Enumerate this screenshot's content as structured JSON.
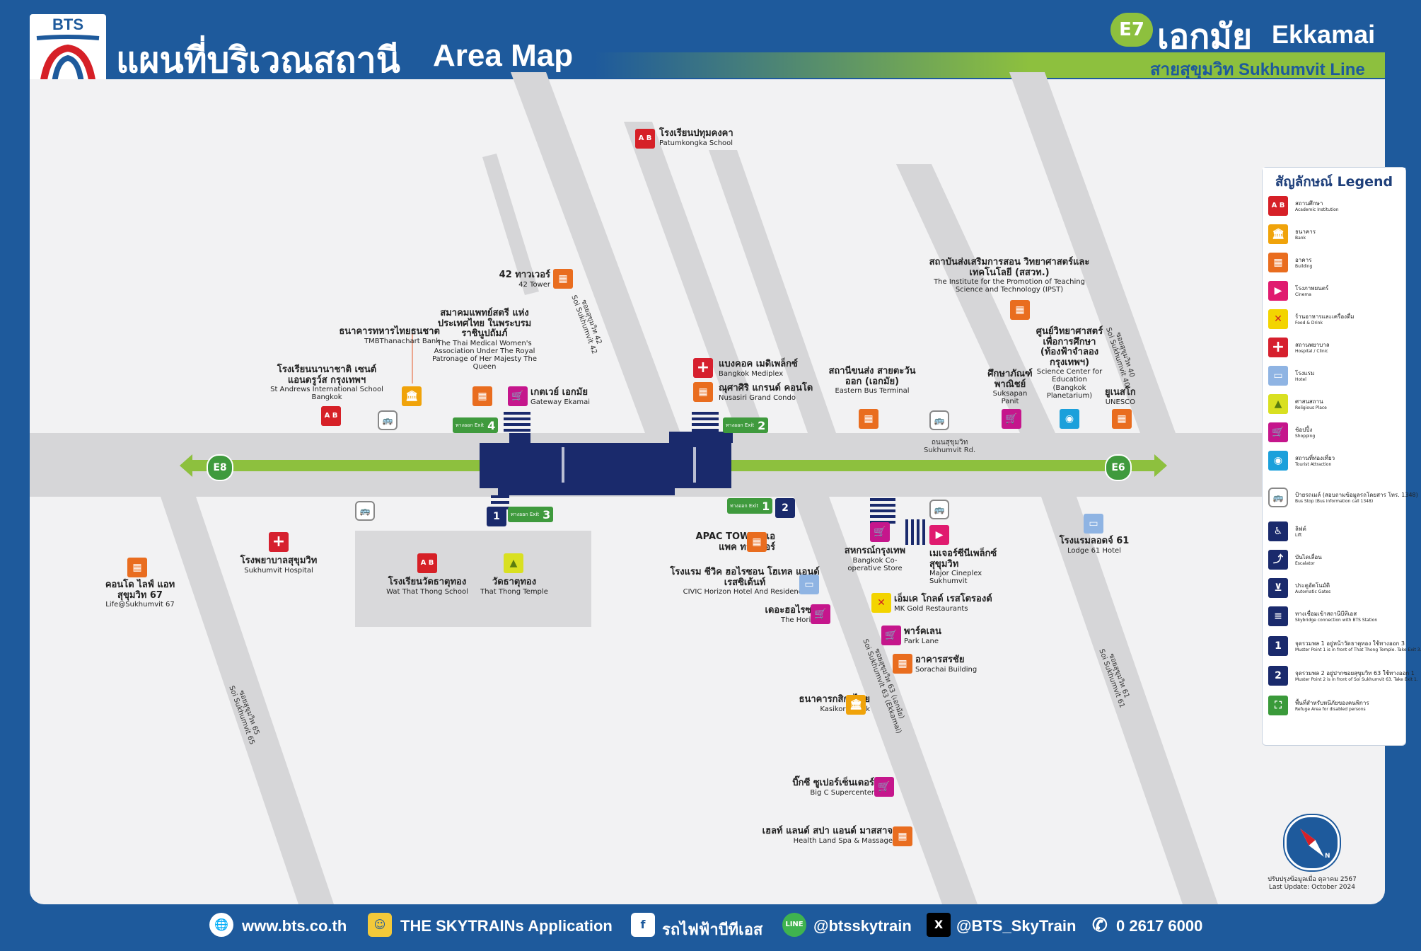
{
  "header": {
    "logo_text": "BTS",
    "title_th": "แผนที่บริเวณสถานี",
    "title_en": "Area Map",
    "station_code": "E7",
    "station_th": "เอกมัย",
    "station_en": "Ekkamai",
    "line_name": "สายสุขุมวิท Sukhumvit Line"
  },
  "colors": {
    "brand_blue": "#1e5a9c",
    "line_green": "#8dc03e",
    "station_navy": "#1a2a6c",
    "exit_green": "#3f9a3d"
  },
  "map": {
    "prev_station": "E8",
    "next_station": "E6",
    "road_main": {
      "th": "ถนนสุขุมวิท",
      "en": "Sukhumvit Rd."
    },
    "sois": [
      {
        "id": "soi42",
        "th": "ซอยสุขุมวิท 42",
        "en": "Soi Sukhumvit 42"
      },
      {
        "id": "soi40",
        "th": "ซอยสุขุมวิท 40",
        "en": "Soi Sukhumvit 40"
      },
      {
        "id": "soi65",
        "th": "ซอยสุขุมวิท 65",
        "en": "Soi Sukhumvit 65"
      },
      {
        "id": "soi63",
        "th": "ซอยสุขุมวิท 63 (เอกมัย)",
        "en": "Soi Sukhumvit 63 (Ekkamai)"
      },
      {
        "id": "soi61",
        "th": "ซอยสุขุมวิท 61",
        "en": "Soi Sukhumvit 61"
      }
    ],
    "exits": [
      {
        "id": "exit1",
        "label": "ทางออก Exit",
        "num": "1"
      },
      {
        "id": "exit2",
        "label": "ทางออก Exit",
        "num": "2"
      },
      {
        "id": "exit3",
        "label": "ทางออก Exit",
        "num": "3"
      },
      {
        "id": "exit4",
        "label": "ทางออก Exit",
        "num": "4"
      }
    ],
    "pois": [
      {
        "id": "patumkongka",
        "icon": "academic",
        "th": "โรงเรียนปทุมคงคา",
        "en": "Patumkongka School"
      },
      {
        "id": "tower42",
        "icon": "building",
        "th": "42 ทาวเวอร์",
        "en": "42 Tower"
      },
      {
        "id": "tmb",
        "icon": "bank",
        "th": "ธนาคารทหารไทยธนชาต",
        "en": "TMBThanachart Bank"
      },
      {
        "id": "standrews",
        "icon": "academic",
        "th": "โรงเรียนนานาชาติ เซนต์ แอนดรูว์ส กรุงเทพฯ",
        "en": "St Andrews International School Bangkok"
      },
      {
        "id": "thaimedical",
        "icon": "building",
        "th": "สมาคมแพทย์สตรี แห่งประเทศไทย ในพระบรมราชินูปถัมภ์",
        "en": "The Thai Medical Women's Association Under The Royal Patronage of Her Majesty The Queen"
      },
      {
        "id": "gateway",
        "icon": "shopping",
        "th": "เกตเวย์ เอกมัย",
        "en": "Gateway Ekamai"
      },
      {
        "id": "mediplex",
        "icon": "hospital",
        "th": "แบงคอค เมดิเพล็กซ์",
        "en": "Bangkok Mediplex"
      },
      {
        "id": "nusasiri",
        "icon": "building",
        "th": "ณุศาศิริ แกรนด์ คอนโด",
        "en": "Nusasiri Grand Condo"
      },
      {
        "id": "ipst",
        "icon": "building",
        "th": "สถาบันส่งเสริมการสอน วิทยาศาสตร์และเทคโนโลยี (สสวท.)",
        "en": "The Institute for the Promotion of Teaching Science and Technology (IPST)"
      },
      {
        "id": "busterminal",
        "icon": "building",
        "th": "สถานีขนส่ง สายตะวันออก (เอกมัย)",
        "en": "Eastern Bus Terminal"
      },
      {
        "id": "suksapan",
        "icon": "shopping",
        "th": "ศึกษาภัณฑ์ พาณิชย์",
        "en": "Suksapan Panit"
      },
      {
        "id": "planetarium",
        "icon": "tourist",
        "th": "ศูนย์วิทยาศาสตร์ เพื่อการศึกษา (ท้องฟ้าจำลอง กรุงเทพฯ)",
        "en": "Science Center for Education (Bangkok Planetarium)"
      },
      {
        "id": "unesco",
        "icon": "building",
        "th": "ยูเนสโก",
        "en": "UNESCO"
      },
      {
        "id": "lifesukhumvit",
        "icon": "building",
        "th": "คอนโด ไลฟ์ แอท สุขุมวิท 67",
        "en": "Life@Sukhumvit 67"
      },
      {
        "id": "sukhumvithosp",
        "icon": "hospital",
        "th": "โรงพยาบาลสุขุมวิท",
        "en": "Sukhumvit Hospital"
      },
      {
        "id": "watschool",
        "icon": "academic",
        "th": "โรงเรียนวัดธาตุทอง",
        "en": "Wat That Thong School"
      },
      {
        "id": "watthatthong",
        "icon": "religious",
        "th": "วัดธาตุทอง",
        "en": "That Thong Temple"
      },
      {
        "id": "apac",
        "icon": "building",
        "th": "APAC TOWER เอแพค ทาวเวอร์",
        "en": ""
      },
      {
        "id": "civic",
        "icon": "hotel",
        "th": "โรงแรม ซีวิค ฮอไรซอน โฮเทล แอนด์ เรสซิเด้นท์",
        "en": "CIVIC Horizon Hotel And Residence"
      },
      {
        "id": "horizon",
        "icon": "shopping",
        "th": "เดอะฮอไรซอน",
        "en": "The Horizon"
      },
      {
        "id": "coop",
        "icon": "shopping",
        "th": "สหกรณ์กรุงเทพ",
        "en": "Bangkok Co-operative Store"
      },
      {
        "id": "majorcineplex",
        "icon": "cinema",
        "th": "เมเจอร์ซีนีเพล็กซ์ สุขุมวิท",
        "en": "Major Cineplex Sukhumvit"
      },
      {
        "id": "lodge61",
        "icon": "hotel",
        "th": "โรงแรมลอดจ์ 61",
        "en": "Lodge 61 Hotel"
      },
      {
        "id": "mkgold",
        "icon": "food",
        "th": "เอ็มเค โกลด์ เรสโตรองต์",
        "en": "MK Gold Restaurants"
      },
      {
        "id": "parklane",
        "icon": "shopping",
        "th": "พาร์คเลน",
        "en": "Park Lane"
      },
      {
        "id": "sorachai",
        "icon": "building",
        "th": "อาคารสรชัย",
        "en": "Sorachai Building"
      },
      {
        "id": "kasikorn",
        "icon": "bank",
        "th": "ธนาคารกสิกรไทย",
        "en": "Kasikorn Bank"
      },
      {
        "id": "bigc",
        "icon": "shopping",
        "th": "บิ๊กซี ซูเปอร์เซ็นเตอร์",
        "en": "Big C Supercenter"
      },
      {
        "id": "healthland",
        "icon": "building",
        "th": "เฮลท์ แลนด์ สปา แอนด์ มาสสาจ",
        "en": "Health Land Spa & Massage"
      }
    ],
    "update_th": "ปรับปรุงข้อมูลเมื่อ ตุลาคม 2567",
    "update_en": "Last Update: October 2024",
    "compass_label": "N"
  },
  "legend": {
    "title": "สัญลักษณ์ Legend",
    "items": [
      {
        "icon": "academic",
        "glyph": "A B",
        "th": "สถานศึกษา",
        "en": "Academic Institution"
      },
      {
        "icon": "bank",
        "glyph": "🏛",
        "th": "ธนาคาร",
        "en": "Bank"
      },
      {
        "icon": "building",
        "glyph": "▦",
        "th": "อาคาร",
        "en": "Building"
      },
      {
        "icon": "cinema",
        "glyph": "▶",
        "th": "โรงภาพยนตร์",
        "en": "Cinema"
      },
      {
        "icon": "food",
        "glyph": "✕",
        "th": "ร้านอาหารและเครื่องดื่ม",
        "en": "Food & Drink"
      },
      {
        "icon": "hospital",
        "glyph": "+",
        "th": "สถานพยาบาล",
        "en": "Hospital / Clinic"
      },
      {
        "icon": "hotel",
        "glyph": "▭",
        "th": "โรงแรม",
        "en": "Hotel"
      },
      {
        "icon": "religious",
        "glyph": "▲",
        "th": "ศาสนสถาน",
        "en": "Religious Place"
      },
      {
        "icon": "shopping",
        "glyph": "🛒",
        "th": "ช้อปปิ้ง",
        "en": "Shopping"
      },
      {
        "icon": "tourist",
        "glyph": "◉",
        "th": "สถานที่ท่องเที่ยว",
        "en": "Tourist Attraction"
      },
      {
        "icon": "bus",
        "glyph": "🚌",
        "th": "ป้ายรถเมล์ (สอบถามข้อมูลรถโดยสาร โทร. 1348)",
        "en": "Bus Stop (Bus information call 1348)"
      },
      {
        "icon": "lift",
        "glyph": "♿",
        "th": "ลิฟต์",
        "en": "Lift"
      },
      {
        "icon": "escalator",
        "glyph": "⤴",
        "th": "บันไดเลื่อน",
        "en": "Escalator"
      },
      {
        "icon": "gate",
        "glyph": "⊻",
        "th": "ประตูอัตโนมัติ",
        "en": "Automatic Gates"
      },
      {
        "icon": "skywalk",
        "glyph": "≡",
        "th": "ทางเชื่อมเข้าสถานีบีทีเอส",
        "en": "Skybridge connection with BTS Station"
      },
      {
        "icon": "muster",
        "glyph": "1",
        "th": "จุดรวมพล 1 อยู่หน้าวัดธาตุทอง ใช้ทางออก 3",
        "en": "Muster Point 1 is in front of That Thong Temple. Take Exit 3."
      },
      {
        "icon": "muster",
        "glyph": "2",
        "th": "จุดรวมพล 2 อยู่ปากซอยสุขุมวิท 63 ใช้ทางออก 1",
        "en": "Muster Point 2 is in front of Soi Sukhumvit 63. Take Exit 1."
      },
      {
        "icon": "refuge",
        "glyph": "⛶",
        "th": "พื้นที่สำหรับหนีภัยของคนพิการ",
        "en": "Refuge Area for disabled persons"
      }
    ]
  },
  "footer": {
    "web": "www.bts.co.th",
    "app": "THE SKYTRAINs Application",
    "facebook": "รถไฟฟ้าบีทีเอส",
    "line": "@btsskytrain",
    "x": "@BTS_SkyTrain",
    "phone": "0 2617 6000"
  }
}
